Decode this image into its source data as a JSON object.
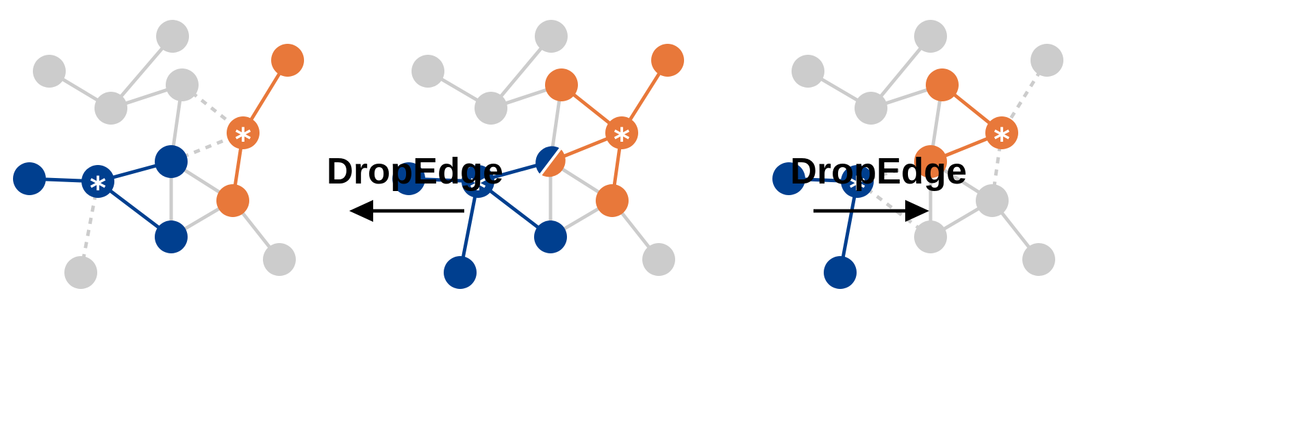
{
  "colors": {
    "blue": "#003f8f",
    "orange": "#e8783a",
    "gray": "#cccccc",
    "arrow": "#000000"
  },
  "operations": {
    "left_label": "DropEdge",
    "right_label": "DropEdge"
  },
  "star_symbol": "*",
  "graphs": {
    "original": {
      "nodes": [
        {
          "id": "top1",
          "color": "gray"
        },
        {
          "id": "top2",
          "color": "gray"
        },
        {
          "id": "upper-mid",
          "color": "gray"
        },
        {
          "id": "upper-left",
          "color": "gray"
        },
        {
          "id": "orange-leaf",
          "color": "orange"
        },
        {
          "id": "center-blue",
          "color": "blue"
        },
        {
          "id": "blue-leaf-left",
          "color": "blue"
        },
        {
          "id": "blue-anchor",
          "color": "blue",
          "marked": true
        },
        {
          "id": "mixed-node",
          "color": "blue-orange"
        },
        {
          "id": "orange-anchor",
          "color": "orange",
          "marked": true
        },
        {
          "id": "lower-blue",
          "color": "blue"
        },
        {
          "id": "bottom-blue",
          "color": "blue"
        },
        {
          "id": "orange-low",
          "color": "orange"
        },
        {
          "id": "gray-low-right",
          "color": "gray"
        }
      ]
    }
  }
}
